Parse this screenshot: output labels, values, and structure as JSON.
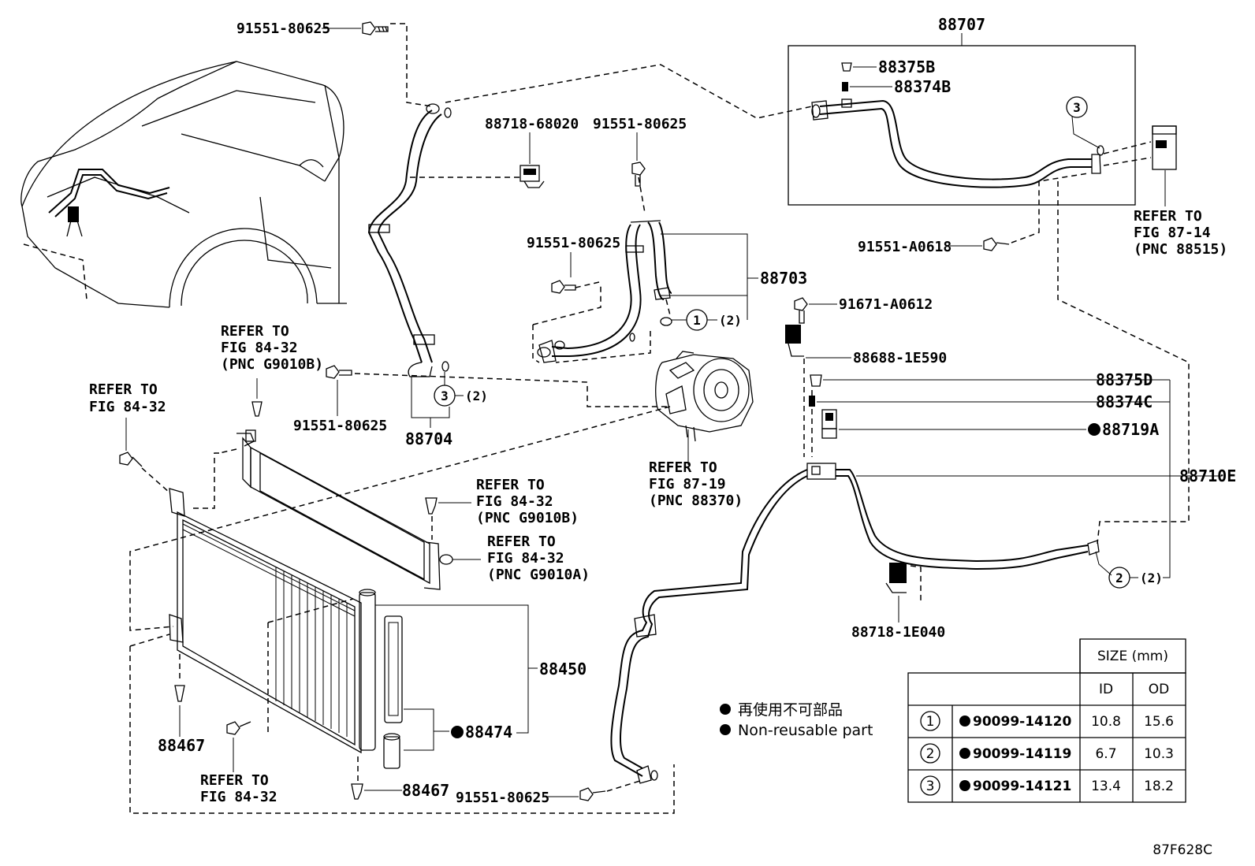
{
  "labels": {
    "p_88707": "88707",
    "p_88375B": "88375B",
    "p_88374B": "88374B",
    "p_91551_80625_a": "91551-80625",
    "p_88718_68020": "88718-68020",
    "p_91551_80625_b": "91551-80625",
    "p_91551_80625_c": "91551-80625",
    "p_88703": "88703",
    "p_91551_A0618": "91551-A0618",
    "p_91671_A0612": "91671-A0612",
    "p_88688_1E590": "88688-1E590",
    "p_88375D": "88375D",
    "p_88374C": "88374C",
    "p_88719A": "88719A",
    "p_88710E": "88710E",
    "p_91551_80625_d": "91551-80625",
    "p_88704": "88704",
    "p_88450": "88450",
    "p_88474": "88474",
    "p_88467_a": "88467",
    "p_88467_b": "88467",
    "p_91551_80625_e": "91551-80625",
    "p_88718_1E040": "88718-1E040",
    "qty2_a": "(2)",
    "qty2_b": "(2)",
    "qty2_c": "(2)",
    "circ1": "1",
    "circ2": "2",
    "circ3_a": "3",
    "circ3_b": "3",
    "diagram_code": "87F628C"
  },
  "refs": {
    "fig87_14": [
      "REFER TO",
      "FIG 87-14",
      "(PNC 88515)"
    ],
    "fig84_32_g9010b_left": [
      "REFER TO",
      "FIG 84-32",
      "(PNC G9010B)"
    ],
    "fig84_32_left": [
      "REFER TO",
      "FIG 84-32"
    ],
    "fig87_19": [
      "REFER TO",
      "FIG 87-19",
      "(PNC 88370)"
    ],
    "fig84_32_g9010b_right": [
      "REFER TO",
      "FIG 84-32",
      "(PNC G9010B)"
    ],
    "fig84_32_g9010a": [
      "REFER TO",
      "FIG 84-32",
      "(PNC G9010A)"
    ],
    "fig84_32_bottom": [
      "REFER TO",
      "FIG 84-32"
    ]
  },
  "legend": {
    "line1": "再使用不可部品",
    "line2": "Non-reusable part"
  },
  "table": {
    "header_size": "SIZE (mm)",
    "header_id": "ID",
    "header_od": "OD",
    "rows": [
      {
        "num": "1",
        "part": "90099-14120",
        "id": "10.8",
        "od": "15.6"
      },
      {
        "num": "2",
        "part": "90099-14119",
        "id": "6.7",
        "od": "10.3"
      },
      {
        "num": "3",
        "part": "90099-14121",
        "id": "13.4",
        "od": "18.2"
      }
    ]
  }
}
